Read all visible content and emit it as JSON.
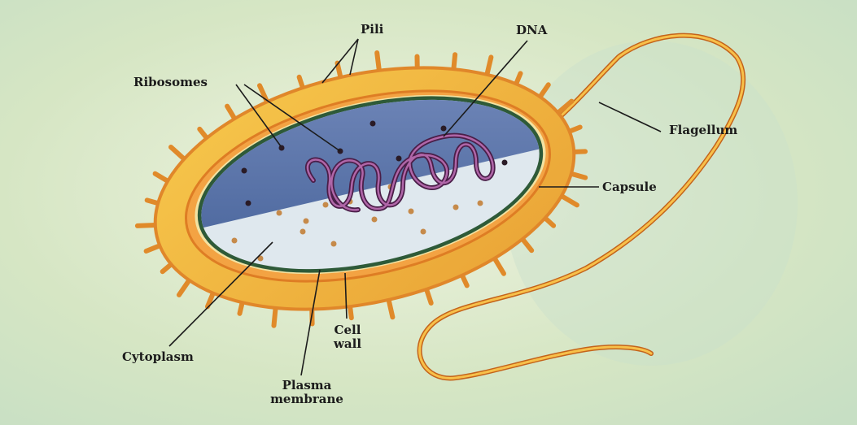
{
  "labels": {
    "pili": "Pili",
    "dna": "DNA",
    "ribosomes": "Ribosomes",
    "flagellum": "Flagellum",
    "capsule": "Capsule",
    "cytoplasm": "Cytoplasm",
    "cell_wall_line1": "Cell",
    "cell_wall_line2": "wall",
    "plasma_line1": "Plasma",
    "plasma_line2": "membrane"
  },
  "colors": {
    "background": "#dbe8c4",
    "capsule": "#f2b43c",
    "cell_wall": "#f08a2c",
    "cytoplasm_upper": "#5d79ad",
    "cytoplasm_lower": "#dfe7ee",
    "plasma_membrane": "#2f5a3a",
    "dna": "#8a3f7a",
    "flagellum": "#f0a030"
  }
}
